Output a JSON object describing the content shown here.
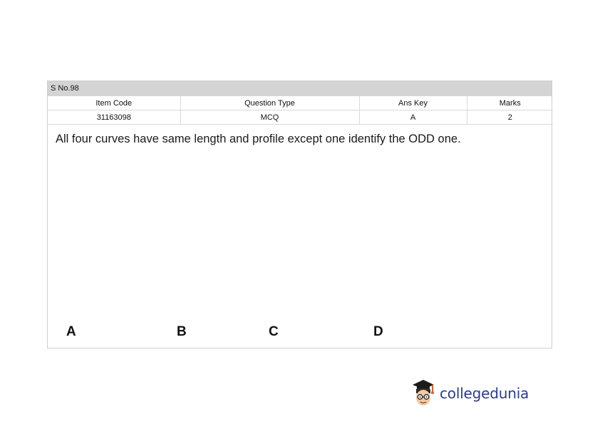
{
  "header": {
    "serial": "S No.98",
    "columns": [
      "Item Code",
      "Question Type",
      "Ans Key",
      "Marks"
    ],
    "values": [
      "31163098",
      "MCQ",
      "A",
      "2"
    ]
  },
  "question": {
    "text": "All four curves have same length and profile except one identify the ODD one."
  },
  "options": [
    "A",
    "B",
    "C",
    "D"
  ],
  "logo": {
    "text": "collegedunia",
    "icon": "graduate-mascot-icon"
  },
  "colors": {
    "header_bar": "#d4d4d4",
    "logo_text": "#2a3c8f",
    "mascot_cap": "#e05b2b"
  }
}
